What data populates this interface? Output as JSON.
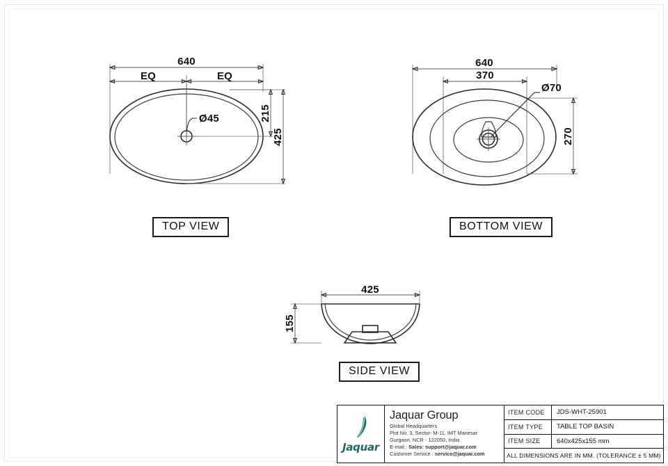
{
  "sheet": {
    "background": "#ffffff",
    "line_color": "#2b2b2b",
    "brand_color": "#1d6b68"
  },
  "views": {
    "top": {
      "label": "TOP VIEW",
      "dimensions": {
        "overall_width": "640",
        "eq_left": "EQ",
        "eq_right": "EQ",
        "hole_diameter": "Ø45",
        "center_to_top": "215",
        "overall_depth": "425"
      }
    },
    "bottom": {
      "label": "BOTTOM VIEW",
      "dimensions": {
        "overall_width": "640",
        "inner_width": "370",
        "drain_diameter": "Ø70",
        "inner_depth": "270"
      }
    },
    "side": {
      "label": "SIDE VIEW",
      "dimensions": {
        "width": "425",
        "height": "155"
      }
    }
  },
  "titleblock": {
    "logo": {
      "wordmark": "Jaquar",
      "icon": "jaquar-swoosh"
    },
    "company": {
      "name": "Jaquar Group",
      "address_lines": [
        "Global Headquarters",
        "Plot No. 3, Sector- M-11, IMT Manesar",
        "Gurgaon, NCR - 122050, India"
      ],
      "email_label": "E-mail :",
      "email_sales_label": "Sales:",
      "email_sales": "support@jaquar.com",
      "service_label": "Customer Service :",
      "email_service": "service@jaquar.com"
    },
    "specs": [
      {
        "key": "ITEM  CODE",
        "value": "JDS-WHT-25901"
      },
      {
        "key": "ITEM  TYPE",
        "value": "TABLE TOP BASIN"
      },
      {
        "key": "ITEM  SIZE",
        "value": "640x425x155 mm"
      }
    ],
    "note": "ALL DIMENSIONS ARE IN MM. (TOLERANCE ± 5 MM)"
  }
}
